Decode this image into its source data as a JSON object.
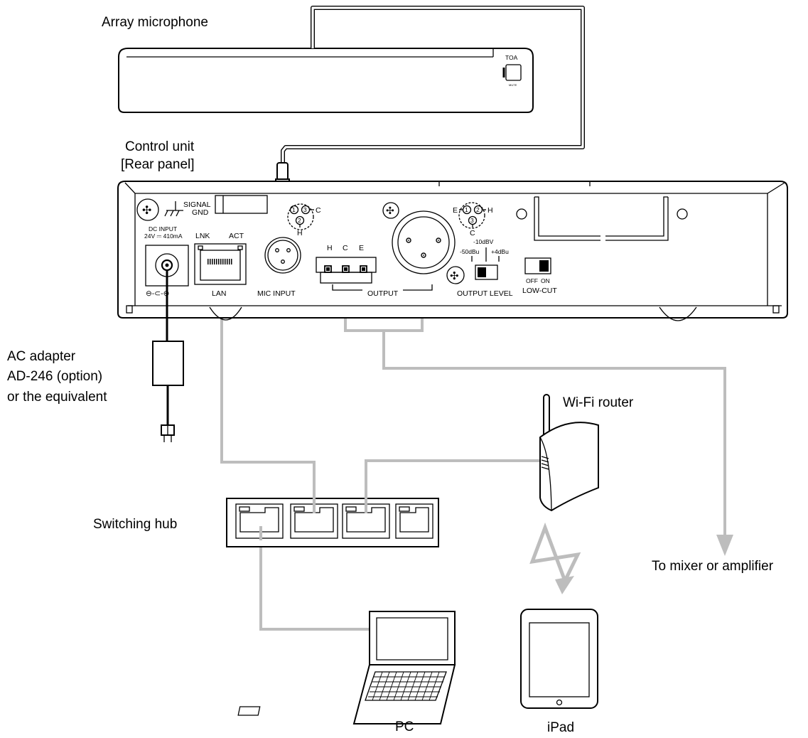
{
  "labels": {
    "array_microphone": "Array microphone",
    "control_unit": "Control unit",
    "rear_panel": "[Rear panel]",
    "ac_adapter_1": "AC adapter",
    "ac_adapter_2": "AD-246 (option)",
    "ac_adapter_3": "or the equivalent",
    "wifi_router": "Wi-Fi router",
    "switching_hub": "Switching hub",
    "to_mixer": "To mixer or amplifier",
    "pc": "PC",
    "ipad": "iPad"
  },
  "panel": {
    "signal_gnd_1": "SIGNAL",
    "signal_gnd_2": "GND",
    "dc_input_1": "DC INPUT",
    "dc_input_2": "24V ⎓ 410mA",
    "lnk": "LNK",
    "act": "ACT",
    "lan": "LAN",
    "mic_input": "MIC INPUT",
    "h": "H",
    "c": "C",
    "e": "E",
    "output": "OUTPUT",
    "level_minus50": "-50dBu",
    "level_minus10": "-10dBV",
    "level_plus4": "+4dBu",
    "output_level": "OUTPUT LEVEL",
    "off": "OFF",
    "on": "ON",
    "low_cut": "LOW-CUT",
    "pin1": "1",
    "pin2": "2",
    "pin3": "3"
  },
  "mic": {
    "brand": "TOA",
    "mute": "MUTE"
  },
  "colors": {
    "line": "#000000",
    "cable": "#bdbdbd",
    "background": "#ffffff"
  }
}
